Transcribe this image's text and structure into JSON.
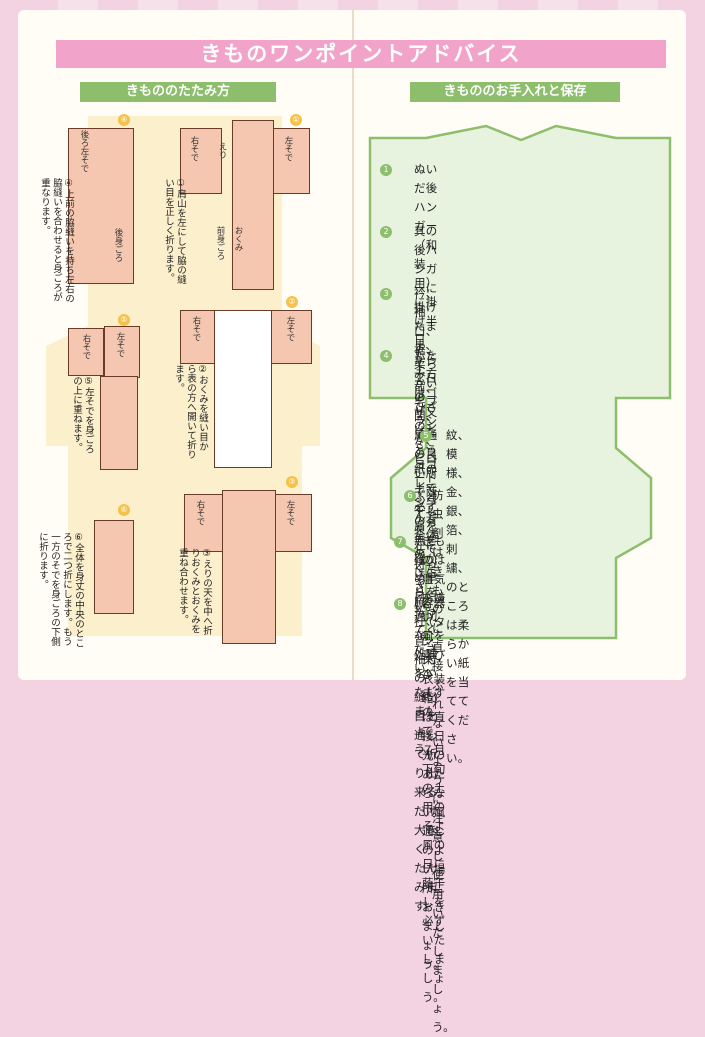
{
  "title": "きものワンポイントアドバイス",
  "folding": {
    "heading": "きもののたたみ方",
    "steps": [
      {
        "num": "①",
        "text": "①肩山を左にして脇の縫い目を正しく折ります。"
      },
      {
        "num": "②",
        "text": "②おくみを縫い目から表の方へ開いて折ります。"
      },
      {
        "num": "③",
        "text": "③えりの天を中へ折りおくみとおくみを重ね合わせます。"
      },
      {
        "num": "④",
        "text": "④上前の脇縫いを持ち左右の脇縫いを合わせると身ごろが重なります。"
      },
      {
        "num": "⑤",
        "text": "⑤左そでを身ごろの上に重ねます。"
      },
      {
        "num": "⑥",
        "text": "⑥全体を身丈の中央のところで二つ折にします。もう一方のそでを身ごろの下側に折ります。"
      }
    ],
    "labels": {
      "migi_sode": "右そで",
      "hidari_sode": "左そで",
      "eri": "えり",
      "okumi": "おくみ",
      "maemigoro": "前身ごろ",
      "ushiro_hidari_sode": "後ろ左そで",
      "ushiro_migoro": "後身ごろ"
    }
  },
  "care": {
    "heading": "きもののお手入れと保存",
    "tips": [
      {
        "num": "1",
        "text": "ぬいだ後ハンガー（和装用）に掛け半日\nから１日の間、風通の良い所で蔭干しを\nしてください。"
      },
      {
        "num": "2",
        "text": "其の後ハンガーに掛けたまま、柔らかい\n毛ブラシか、ビロードふとんで全体の\nほこりを払ってください。"
      },
      {
        "num": "3",
        "text": "衿、袖口、裾、上前、ひざのシミ、\nヨゴレ、シワの有無を確かめ早目に適切な\n処理をいたしましょう。"
      },
      {
        "num": "4",
        "text": "たたみ方はゴザ又はたとう紙の上で必ず\n肩を左に持って脇、衽、背、袖付の\n縫い目を通して折り出来るだけ大きく\nたたみます。"
      },
      {
        "num": "5",
        "text": "紋、模様、金、銀、箔、刺繍、\nのところは柔らかい紙を当てて\nください。"
      },
      {
        "num": "6",
        "text": "防虫剤はきものに直接ふれない\nように注意し使用いたしましょう。"
      },
      {
        "num": "7",
        "text": "きものは湿気を嫌い、風を喜びび\nますので、７月下旬の土用のそよ風の\n日に蔭干しを必ずいたしましょう。"
      },
      {
        "num": "8",
        "text": "容器（タンス・衣装箱）は直接日光の\nあたらない風通しのよい場所に\nおきましょう。"
      }
    ]
  },
  "colors": {
    "pink": "#f2a3c9",
    "green": "#8cbe6c",
    "kimono": "#f6c7b0",
    "gold": "#f4c24a"
  }
}
